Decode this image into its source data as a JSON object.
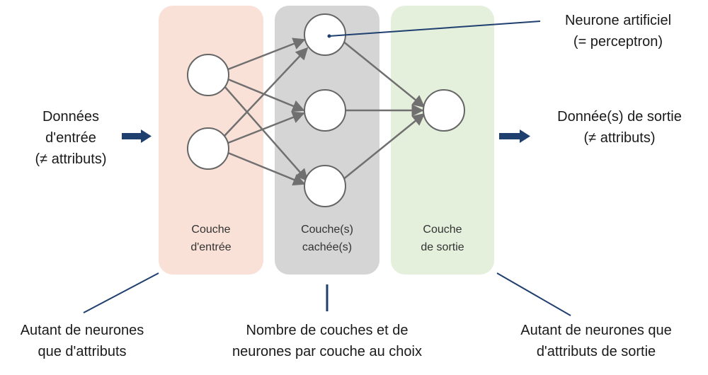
{
  "colors": {
    "input_layer": "#f9e1d7",
    "hidden_layer": "#d5d5d5",
    "output_layer": "#e4efdc",
    "arrow": "#1f3f6e",
    "connection": "#707070",
    "neuron_stroke": "#666666",
    "text": "#1a1a1a"
  },
  "input_data": {
    "line1": "Données",
    "line2": "d'entrée",
    "line3": "(≠ attributs)"
  },
  "output_data": {
    "line1": "Donnée(s) de sortie",
    "line2": "(≠ attributs)"
  },
  "neuron_callout": {
    "line1": "Neurone artificiel",
    "line2": "(= perceptron)"
  },
  "layers": {
    "input": {
      "line1": "Couche",
      "line2": "d'entrée"
    },
    "hidden": {
      "line1": "Couche(s)",
      "line2": "cachée(s)"
    },
    "output": {
      "line1": "Couche",
      "line2": "de sortie"
    }
  },
  "notes": {
    "input": {
      "line1": "Autant de neurones",
      "line2": "que d'attributs"
    },
    "hidden": {
      "line1": "Nombre de couches et de",
      "line2": "neurones par couche au choix"
    },
    "output": {
      "line1": "Autant de neurones que",
      "line2": "d'attributs de sortie"
    }
  },
  "icons": {
    "input_arrow": "arrow-right-icon",
    "output_arrow": "arrow-right-icon"
  }
}
